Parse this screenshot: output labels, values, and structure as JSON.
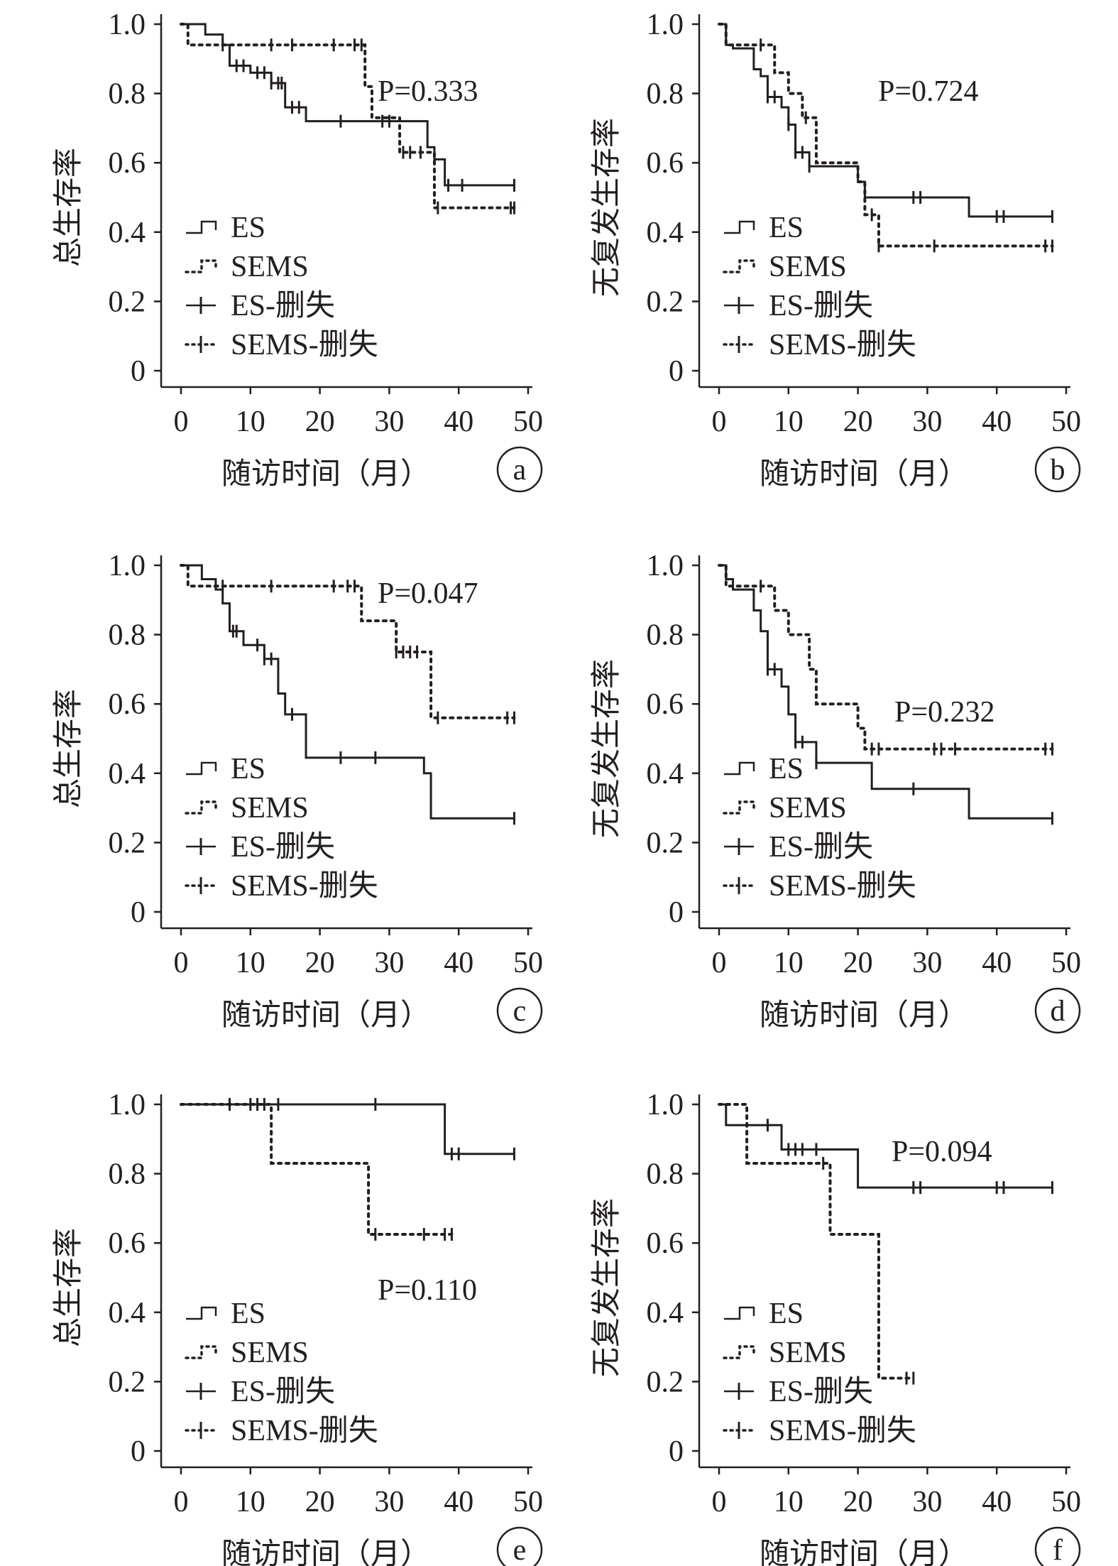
{
  "chart_data": [
    {
      "type": "line",
      "panel": "a",
      "ylabel": "总生存率",
      "xlabel": "随访时间（月）",
      "p_text": "P=0.333",
      "xlim": [
        0,
        50
      ],
      "ylim": [
        0,
        1
      ],
      "xticks": [
        "0",
        "10",
        "20",
        "30",
        "40",
        "50"
      ],
      "yticks": [
        "0",
        "0.2",
        "0.4",
        "0.6",
        "0.8",
        "1.0"
      ],
      "legend": [
        "ES",
        "SEMS",
        "ES-删失",
        "SEMS-删失"
      ],
      "series": [
        {
          "name": "ES",
          "times": [
            0,
            3.5,
            6,
            7,
            10,
            13,
            15,
            18,
            35.5,
            36.5,
            38
          ],
          "surv": [
            1,
            0.97,
            0.94,
            0.88,
            0.86,
            0.83,
            0.76,
            0.72,
            0.645,
            0.61,
            0.535
          ],
          "end": 48,
          "censor": [
            8,
            9,
            11,
            12,
            13,
            14,
            14.5,
            16,
            17,
            23,
            29,
            30,
            38.5,
            40.5,
            48
          ]
        },
        {
          "name": "SEMS",
          "times": [
            0,
            1,
            26.5,
            27.5,
            31.5,
            36.5
          ],
          "surv": [
            1,
            0.94,
            0.82,
            0.73,
            0.63,
            0.47
          ],
          "end": 48,
          "censor": [
            6,
            13,
            16,
            22,
            25,
            26,
            32,
            33,
            34.5,
            37,
            47.5,
            48
          ]
        }
      ]
    },
    {
      "type": "line",
      "panel": "b",
      "ylabel": "无复发生存率",
      "xlabel": "随访时间（月）",
      "p_text": "P=0.724",
      "xlim": [
        0,
        50
      ],
      "ylim": [
        0,
        1
      ],
      "xticks": [
        "0",
        "10",
        "20",
        "30",
        "40",
        "50"
      ],
      "yticks": [
        "0",
        "0.2",
        "0.4",
        "0.6",
        "0.8",
        "1.0"
      ],
      "legend": [
        "ES",
        "SEMS",
        "ES-删失",
        "SEMS-删失"
      ],
      "series": [
        {
          "name": "ES",
          "times": [
            0,
            1,
            2,
            5,
            6,
            7,
            9,
            10,
            11,
            13,
            20,
            21,
            36
          ],
          "surv": [
            1,
            0.94,
            0.93,
            0.87,
            0.85,
            0.79,
            0.76,
            0.71,
            0.63,
            0.59,
            0.545,
            0.5,
            0.445
          ],
          "end": 48,
          "censor": [
            7,
            8,
            10,
            11,
            12,
            13,
            28,
            29,
            40,
            41,
            48
          ]
        },
        {
          "name": "SEMS",
          "times": [
            0,
            1,
            8,
            10,
            12,
            14,
            20,
            21,
            23
          ],
          "surv": [
            1,
            0.94,
            0.86,
            0.8,
            0.73,
            0.6,
            0.545,
            0.45,
            0.36
          ],
          "end": 48,
          "censor": [
            6,
            12.5,
            22,
            23,
            31,
            47,
            48
          ]
        }
      ]
    },
    {
      "type": "line",
      "panel": "c",
      "ylabel": "总生存率",
      "xlabel": "随访时间（月）",
      "p_text": "P=0.047",
      "xlim": [
        0,
        50
      ],
      "ylim": [
        0,
        1
      ],
      "xticks": [
        "0",
        "10",
        "20",
        "30",
        "40",
        "50"
      ],
      "yticks": [
        "0",
        "0.2",
        "0.4",
        "0.6",
        "0.8",
        "1.0"
      ],
      "legend": [
        "ES",
        "SEMS",
        "ES-删失",
        "SEMS-删失"
      ],
      "series": [
        {
          "name": "ES",
          "times": [
            0,
            3,
            5,
            6,
            7,
            9,
            12,
            14,
            15,
            18,
            35,
            36
          ],
          "surv": [
            1,
            0.96,
            0.93,
            0.89,
            0.81,
            0.77,
            0.73,
            0.63,
            0.57,
            0.445,
            0.4,
            0.27
          ],
          "end": 48,
          "censor": [
            7.5,
            8,
            11,
            12,
            13,
            16,
            23,
            28,
            48
          ]
        },
        {
          "name": "SEMS",
          "times": [
            0,
            1,
            26,
            31,
            36
          ],
          "surv": [
            1,
            0.94,
            0.84,
            0.75,
            0.56
          ],
          "end": 48,
          "censor": [
            6,
            13,
            22,
            24,
            25,
            31,
            32,
            33,
            34,
            37,
            47,
            48
          ]
        }
      ]
    },
    {
      "type": "line",
      "panel": "d",
      "ylabel": "无复发生存率",
      "xlabel": "随访时间（月）",
      "p_text": "P=0.232",
      "xlim": [
        0,
        50
      ],
      "ylim": [
        0,
        1
      ],
      "xticks": [
        "0",
        "10",
        "20",
        "30",
        "40",
        "50"
      ],
      "yticks": [
        "0",
        "0.2",
        "0.4",
        "0.6",
        "0.8",
        "1.0"
      ],
      "legend": [
        "ES",
        "SEMS",
        "ES-删失",
        "SEMS-删失"
      ],
      "series": [
        {
          "name": "ES",
          "times": [
            0,
            1,
            2,
            5,
            6,
            7,
            9,
            10,
            11,
            14,
            22,
            36
          ],
          "surv": [
            1,
            0.96,
            0.93,
            0.87,
            0.81,
            0.7,
            0.65,
            0.57,
            0.49,
            0.43,
            0.355,
            0.27
          ],
          "end": 48,
          "censor": [
            7,
            8,
            11,
            12,
            14,
            28,
            48
          ]
        },
        {
          "name": "SEMS",
          "times": [
            0,
            1,
            8,
            10,
            13,
            14,
            20,
            21
          ],
          "surv": [
            1,
            0.94,
            0.87,
            0.8,
            0.7,
            0.6,
            0.53,
            0.47
          ],
          "end": 48,
          "censor": [
            6,
            22,
            23,
            31,
            32,
            34,
            47,
            48
          ]
        }
      ]
    },
    {
      "type": "line",
      "panel": "e",
      "ylabel": "总生存率",
      "xlabel": "随访时间（月）",
      "p_text": "P=0.110",
      "xlim": [
        0,
        50
      ],
      "ylim": [
        0,
        1
      ],
      "xticks": [
        "0",
        "10",
        "20",
        "30",
        "40",
        "50"
      ],
      "yticks": [
        "0",
        "0.2",
        "0.4",
        "0.6",
        "0.8",
        "1.0"
      ],
      "legend": [
        "ES",
        "SEMS",
        "ES-删失",
        "SEMS-删失"
      ],
      "series": [
        {
          "name": "ES",
          "times": [
            0,
            38
          ],
          "surv": [
            1,
            0.857
          ],
          "end": 48,
          "censor": [
            7,
            10,
            11,
            12,
            14,
            28,
            39,
            40,
            48
          ]
        },
        {
          "name": "SEMS",
          "times": [
            0,
            13,
            27
          ],
          "surv": [
            1,
            0.83,
            0.625
          ],
          "end": 39,
          "censor": [
            28,
            35,
            38,
            39
          ]
        }
      ]
    },
    {
      "type": "line",
      "panel": "f",
      "ylabel": "无复发生存率",
      "xlabel": "随访时间（月）",
      "p_text": "P=0.094",
      "xlim": [
        0,
        50
      ],
      "ylim": [
        0,
        1
      ],
      "xticks": [
        "0",
        "10",
        "20",
        "30",
        "40",
        "50"
      ],
      "yticks": [
        "0",
        "0.2",
        "0.4",
        "0.6",
        "0.8",
        "1.0"
      ],
      "legend": [
        "ES",
        "SEMS",
        "ES-删失",
        "SEMS-删失"
      ],
      "series": [
        {
          "name": "ES",
          "times": [
            0,
            1,
            9,
            20
          ],
          "surv": [
            1,
            0.94,
            0.87,
            0.76
          ],
          "end": 48,
          "censor": [
            7,
            10,
            11,
            12,
            14,
            28,
            29,
            40,
            41,
            48
          ]
        },
        {
          "name": "SEMS",
          "times": [
            0,
            4,
            16,
            23
          ],
          "surv": [
            1,
            0.83,
            0.625,
            0.21
          ],
          "end": 28,
          "censor": [
            15,
            27,
            28
          ]
        }
      ]
    }
  ]
}
